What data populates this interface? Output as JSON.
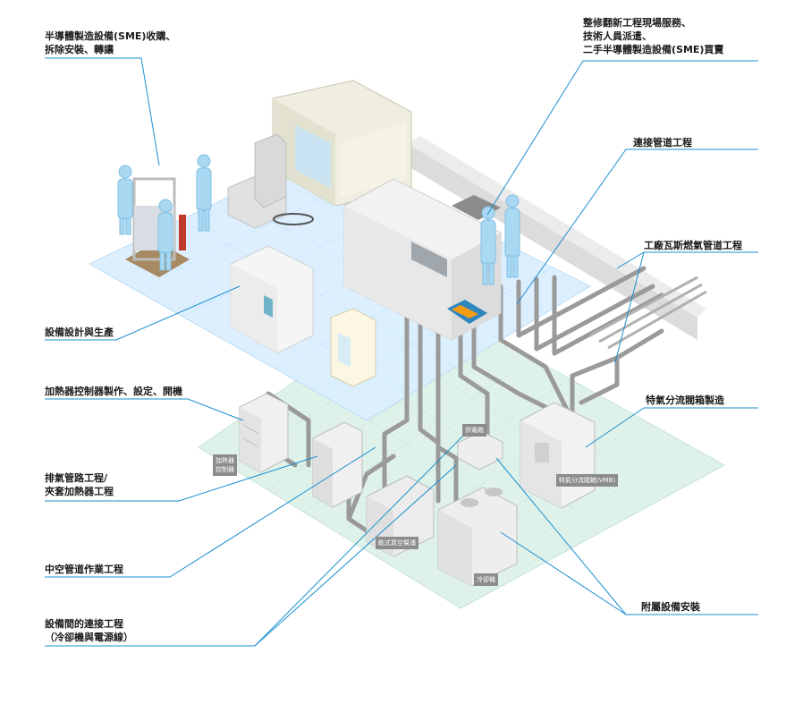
{
  "labels": {
    "sme_buy": [
      "半導體製造設備(SME)收購、",
      "拆除安裝、轉讓"
    ],
    "renovation": [
      "整修翻新工程現場服務、",
      "技術人員派遣、",
      "二手半導體製造設備(SME)買賣"
    ],
    "connect_pipe": "連接管道工程",
    "gas_pipe": "工廠瓦斯燃氣管道工程",
    "design_prod": "設備設計與生產",
    "heater_ctrl": "加熱器控制器製作、設定、開機",
    "vmb_make": "特氣分流閥箱製造",
    "exhaust": [
      "排氣管路工程/",
      "夾套加熱器工程"
    ],
    "hollow_pipe": "中空管道作業工程",
    "between_eq": [
      "設備間的連接工程",
      "（冷卻機與電源線）"
    ],
    "ancillary": "附屬設備安裝"
  },
  "tags": {
    "heater_ctrl": [
      "加熱器",
      "控制器"
    ],
    "power_box": "供電箱",
    "vmb": "特氣分流閥箱(VMB)",
    "dry_pump": "乾式真空幫浦",
    "chiller": "冷卻機"
  },
  "colors": {
    "leader_line": "#1a8fd0",
    "cleanroom_floor": "#dcefff",
    "subfab_floor": "#dff2ea",
    "pipe": "#9a9a9a",
    "worker": "#a9d8f2",
    "tag_bg": "#8c8c8c"
  }
}
